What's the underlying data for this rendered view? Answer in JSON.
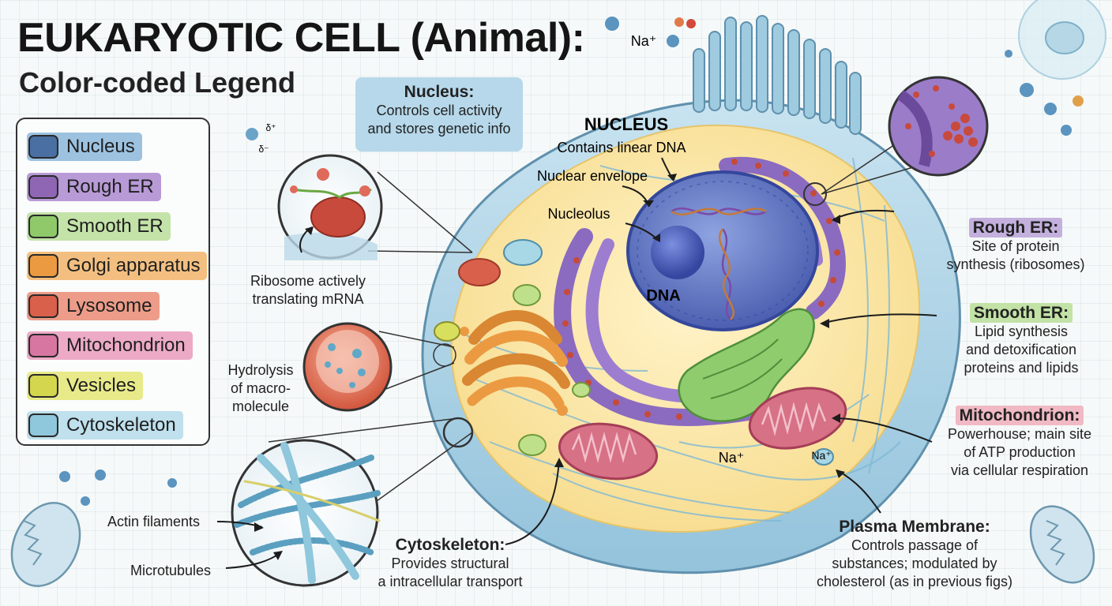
{
  "title": "EUKARYOTIC CELL (Animal):",
  "subtitle": "Color-coded Legend",
  "legend": [
    {
      "label": "Nucleus",
      "swatch": "#4a6fa3",
      "bg": "#9cc2e0"
    },
    {
      "label": "Rough ER",
      "swatch": "#8e66b3",
      "bg": "#b79ad6"
    },
    {
      "label": "Smooth ER",
      "swatch": "#8fc96a",
      "bg": "#c4e3a9"
    },
    {
      "label": "Golgi apparatus",
      "swatch": "#eb9a42",
      "bg": "#f3bf80"
    },
    {
      "label": "Lysosome",
      "swatch": "#d9604a",
      "bg": "#ec9c88"
    },
    {
      "label": "Mitochondrion",
      "swatch": "#d776a0",
      "bg": "#ecaac6"
    },
    {
      "label": "Vesicles",
      "swatch": "#d4d64e",
      "bg": "#e8ea8a"
    },
    {
      "label": "Cytoskeleton",
      "swatch": "#8fc7dc",
      "bg": "#bfe0ec"
    }
  ],
  "callouts": {
    "nucleus_box": {
      "heading": "Nucleus:",
      "line1": "Controls cell activity",
      "line2": "and stores genetic info"
    },
    "rough_er": {
      "heading": "Rough ER:",
      "line1": "Site of protein",
      "line2": "synthesis (ribosomes)"
    },
    "smooth_er": {
      "heading": "Smooth ER:",
      "line1": "Lipid synthesis",
      "line2": "and detoxification",
      "line3": "proteins and lipids"
    },
    "mitochondrion": {
      "heading": "Mitochondrion:",
      "line1": "Powerhouse; main site",
      "line2": "of ATP production",
      "line3": "via cellular respiration"
    },
    "plasma_membrane": {
      "heading": "Plasma Membrane:",
      "line1": "Controls passage of",
      "line2": "substances; modulated by",
      "line3": "cholesterol (as in previous figs)"
    },
    "cytoskeleton": {
      "heading": "Cytoskeleton:",
      "line1": "Provides structural",
      "line2": "a intracellular transport"
    }
  },
  "labels": {
    "nucleus_title": "NUCLEUS",
    "contains_dna": "Contains linear DNA",
    "nuclear_envelope": "Nuclear envelope",
    "nucleolus": "Nucleolus",
    "dna": "DNA",
    "ribosome_1": "Ribosome actively",
    "ribosome_2": "translating mRNA",
    "hydrolysis_1": "Hydrolysis",
    "hydrolysis_2": "of macro-",
    "hydrolysis_3": "molecule",
    "actin": "Actin filaments",
    "microtubules": "Microtubules",
    "na_top": "Na⁺",
    "na_cell_1": "Na⁺",
    "na_cell_2": "Na⁺",
    "charge_pos": "δ⁺",
    "charge_neg": "δ⁻"
  }
}
